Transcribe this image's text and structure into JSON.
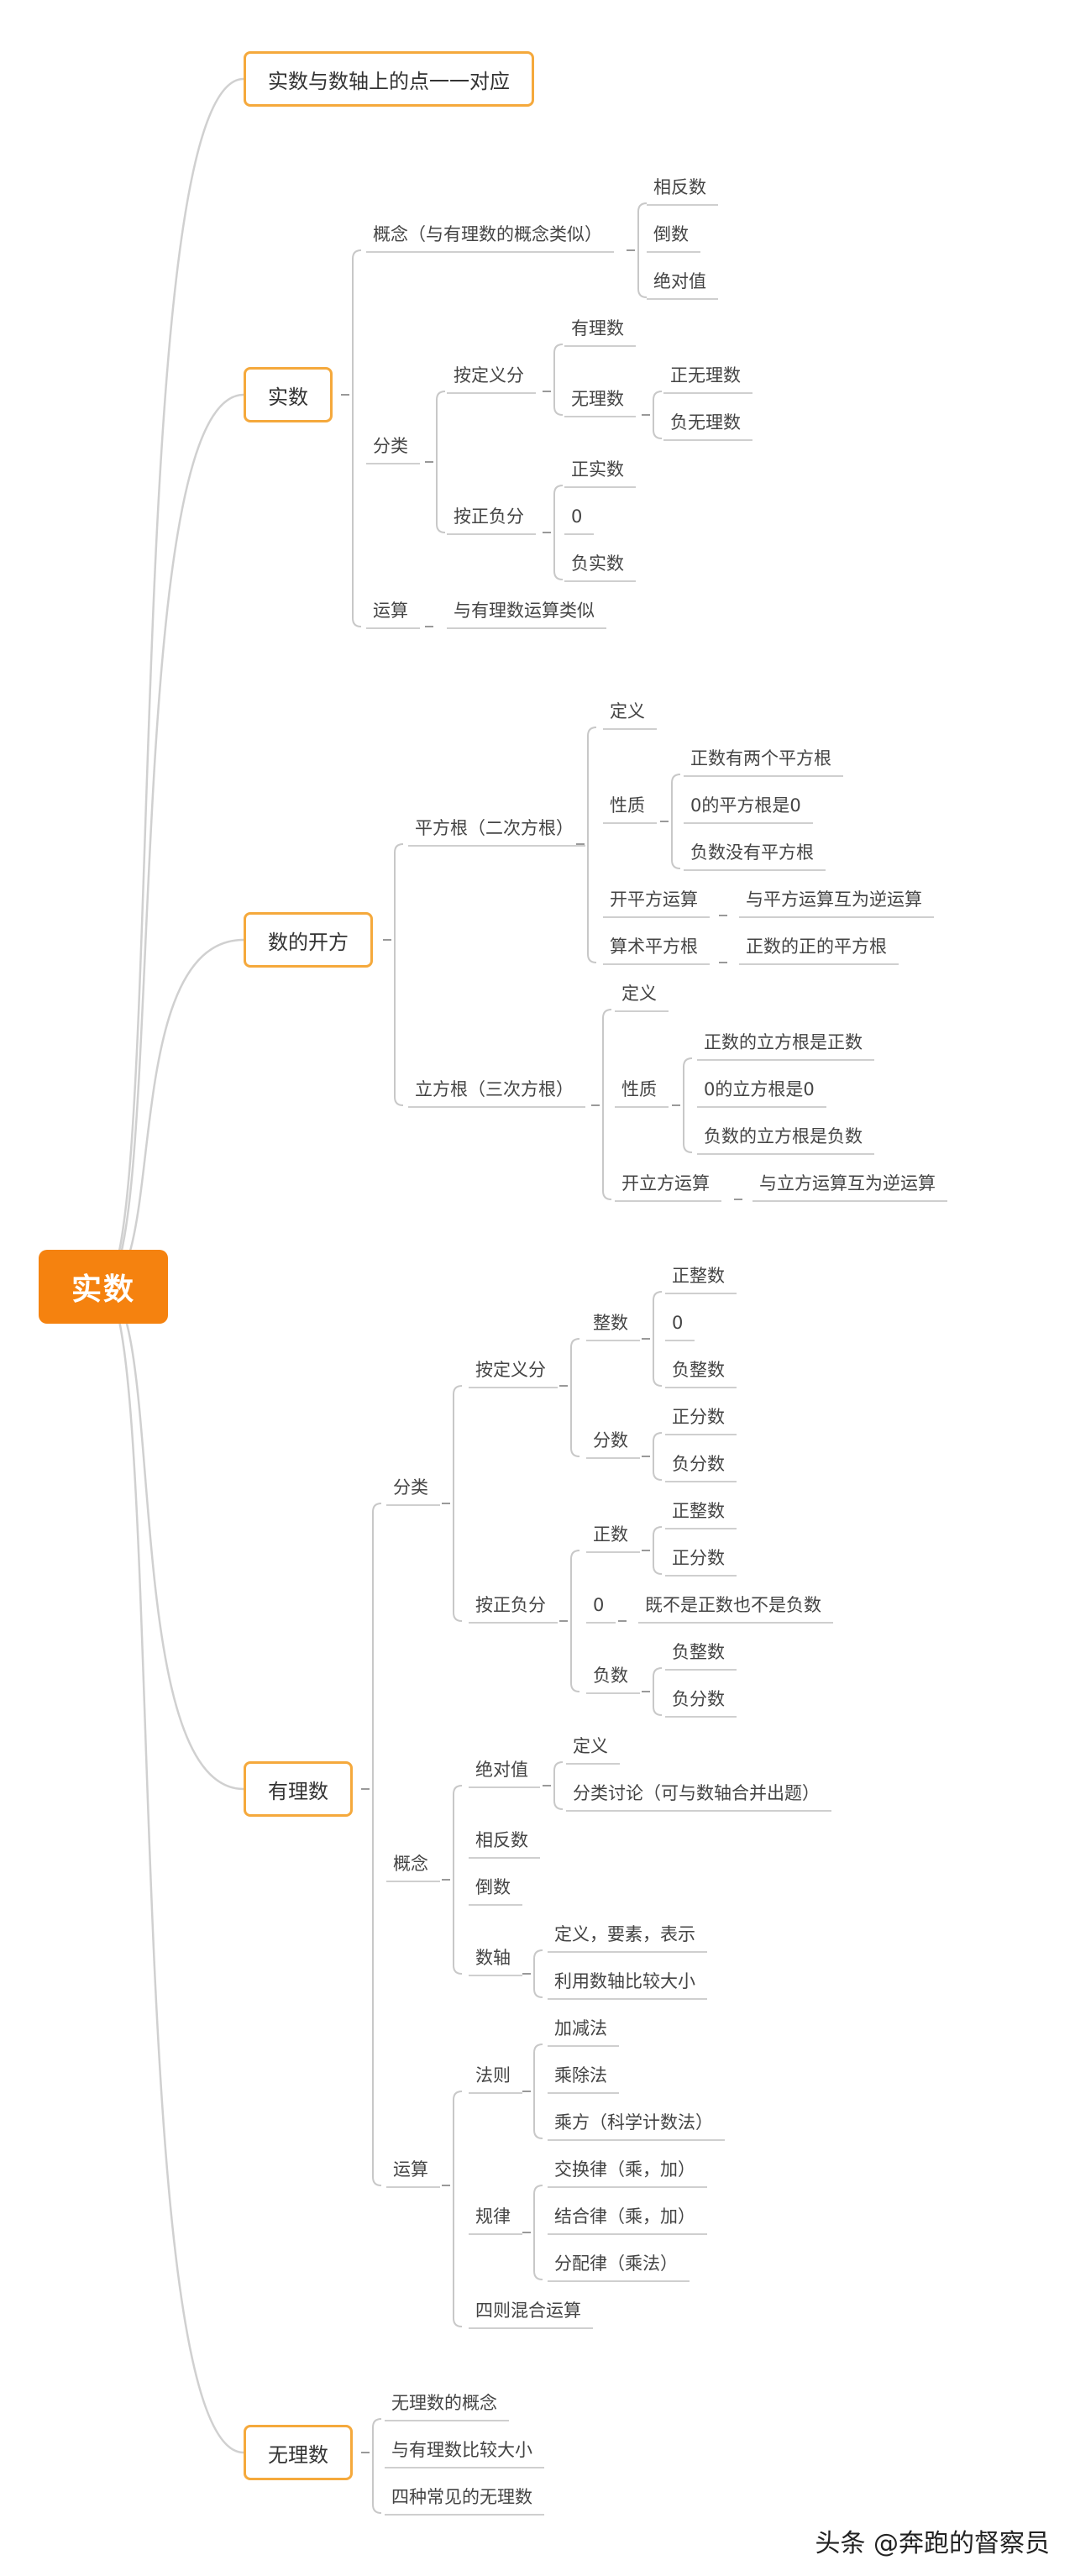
{
  "root": {
    "label": "实数"
  },
  "main": {
    "onetoone": "实数与数轴上的点一一对应",
    "real": "实数",
    "roots": "数的开方",
    "rational": "有理数",
    "irrational": "无理数"
  },
  "real": {
    "concept": "概念（与有理数的概念类似）",
    "opposite": "相反数",
    "reciprocal": "倒数",
    "absolute": "绝对值",
    "classify": "分类",
    "by_def": "按定义分",
    "rational": "有理数",
    "irrational": "无理数",
    "pos_irr": "正无理数",
    "neg_irr": "负无理数",
    "by_sign": "按正负分",
    "pos_real": "正实数",
    "zero": "0",
    "neg_real": "负实数",
    "ops": "运算",
    "ops_desc": "与有理数运算类似"
  },
  "roots": {
    "sqrt": "平方根（二次方根）",
    "sq_def": "定义",
    "sq_prop": "性质",
    "sq_p1": "正数有两个平方根",
    "sq_p2": "0的平方根是0",
    "sq_p3": "负数没有平方根",
    "sq_op": "开平方运算",
    "sq_op_desc": "与平方运算互为逆运算",
    "arith": "算术平方根",
    "arith_desc": "正数的正的平方根",
    "cbrt": "立方根（三次方根）",
    "cb_def": "定义",
    "cb_prop": "性质",
    "cb_p1": "正数的立方根是正数",
    "cb_p2": "0的立方根是0",
    "cb_p3": "负数的立方根是负数",
    "cb_op": "开立方运算",
    "cb_op_desc": "与立方运算互为逆运算"
  },
  "rational": {
    "classify": "分类",
    "by_def": "按定义分",
    "integer": "整数",
    "pos_int": "正整数",
    "zero": "0",
    "neg_int": "负整数",
    "fraction": "分数",
    "pos_frac": "正分数",
    "neg_frac": "负分数",
    "by_sign": "按正负分",
    "positive": "正数",
    "p_int": "正整数",
    "p_frac": "正分数",
    "zero2": "0",
    "zero_desc": "既不是正数也不是负数",
    "negative": "负数",
    "n_int": "负整数",
    "n_frac": "负分数",
    "concept": "概念",
    "absolute": "绝对值",
    "abs_def": "定义",
    "abs_disc": "分类讨论（可与数轴合并出题）",
    "opposite": "相反数",
    "reciprocal": "倒数",
    "numline": "数轴",
    "nl_def": "定义，要素，表示",
    "nl_cmp": "利用数轴比较大小",
    "ops": "运算",
    "rules": "法则",
    "add": "加减法",
    "mul": "乘除法",
    "pow": "乘方（科学计数法）",
    "laws": "规律",
    "comm": "交换律（乘，加）",
    "assoc": "结合律（乘，加）",
    "dist": "分配律（乘法）",
    "mixed": "四则混合运算"
  },
  "irrational": {
    "concept": "无理数的概念",
    "compare": "与有理数比较大小",
    "four": "四种常见的无理数"
  },
  "watermark": "头条 @奔跑的督察员",
  "colors": {
    "root": "#f5820f",
    "border": "#f5a93c",
    "line": "#c8c8c8"
  }
}
